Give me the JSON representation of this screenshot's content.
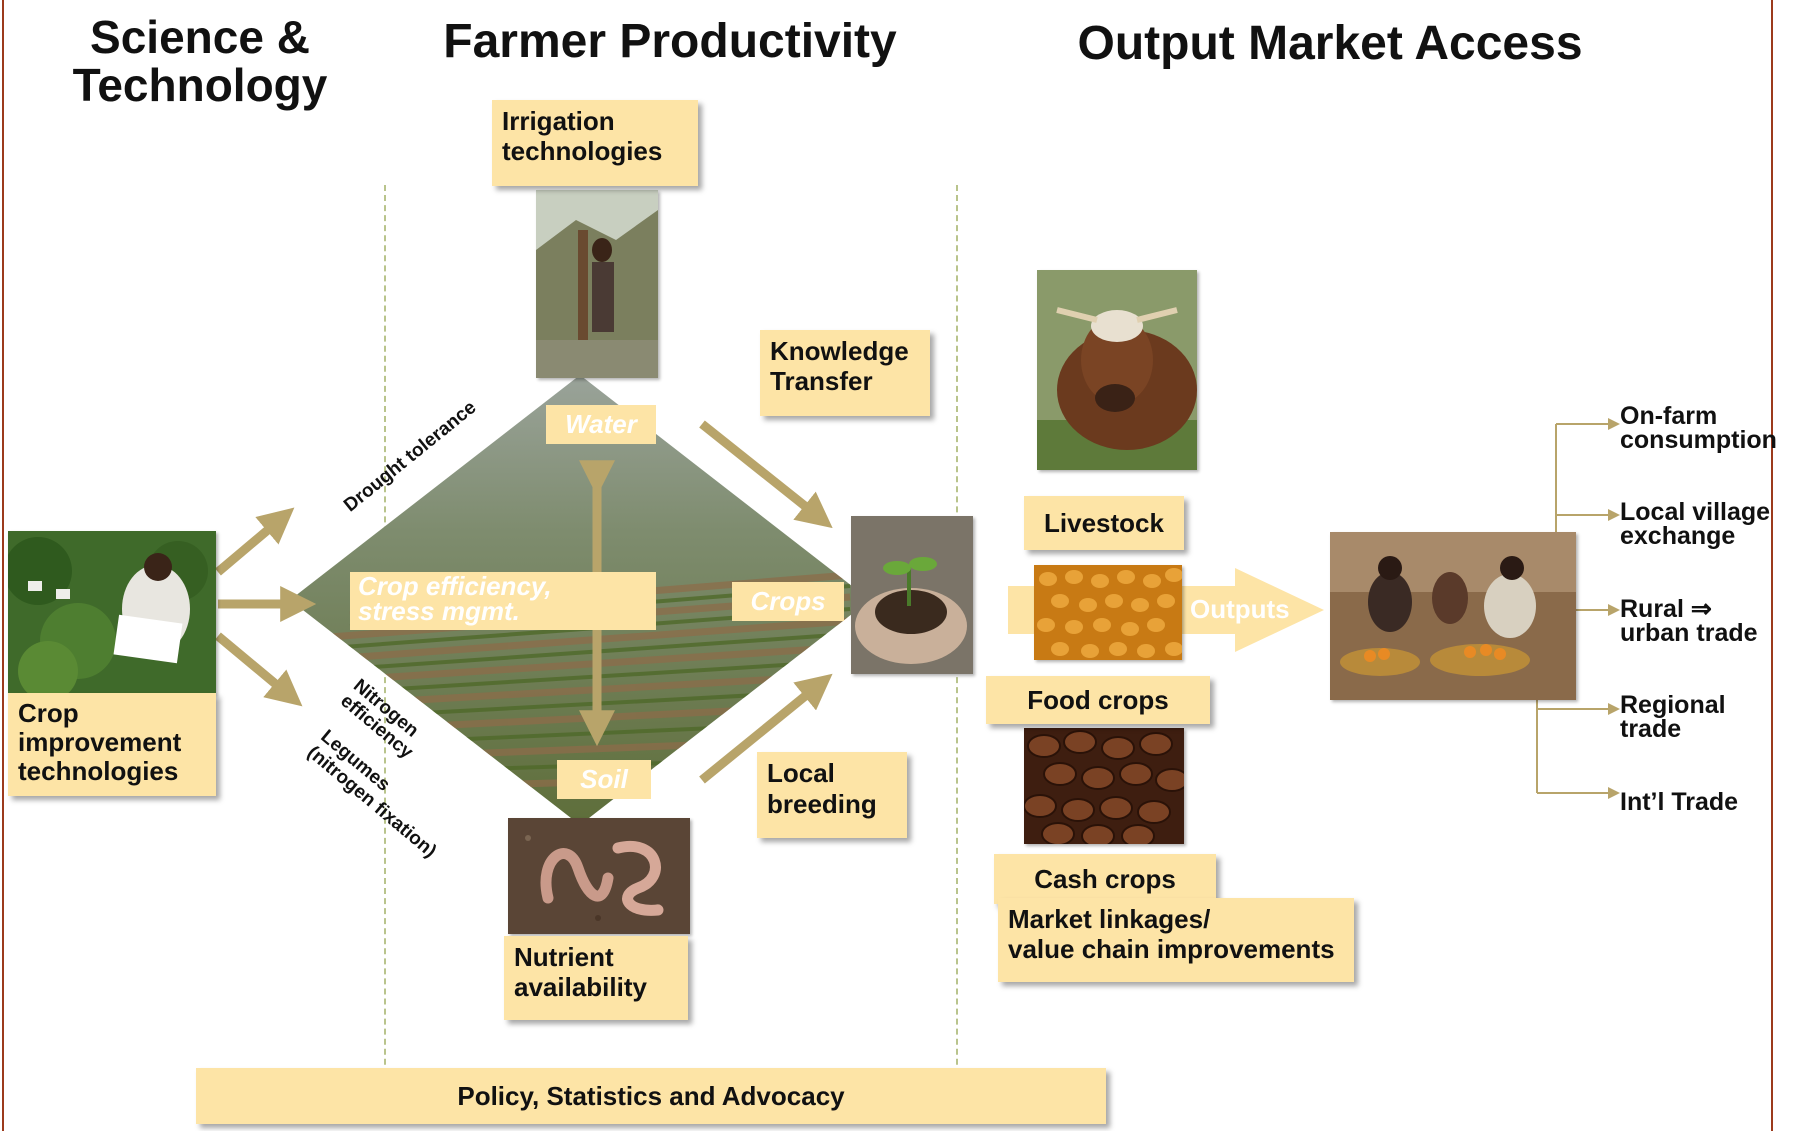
{
  "headings": {
    "science_line1": "Science &",
    "science_line2": "Technology",
    "farmer": "Farmer Productivity",
    "market": "Output Market Access"
  },
  "boxes": {
    "irrigation": [
      "Irrigation",
      "technologies"
    ],
    "knowledge": [
      "Knowledge",
      "Transfer"
    ],
    "crop_improvement": [
      "Crop",
      "improvement",
      "technologies"
    ],
    "local_breeding": [
      "Local",
      "breeding"
    ],
    "nutrient": [
      "Nutrient",
      "availability"
    ],
    "livestock": "Livestock",
    "food_crops": "Food crops",
    "cash_crops": "Cash crops",
    "market_linkages": [
      "Market linkages/",
      "value chain improvements"
    ],
    "policy": "Policy, Statistics and Advocacy"
  },
  "nodes": {
    "water": "Water",
    "soil": "Soil",
    "crops": "Crops",
    "crop_efficiency": [
      "Crop efficiency,",
      "stress mgmt."
    ],
    "outputs": "Outputs"
  },
  "rotated_labels": {
    "drought": "Drought tolerance",
    "nitrogen": [
      "Nitrogen",
      "efficiency"
    ],
    "legumes": [
      "Legumes",
      "(nitrogen fixation)"
    ]
  },
  "trade_outputs": [
    [
      "On-farm",
      "consumption"
    ],
    [
      "Local village",
      "exchange"
    ],
    [
      "Rural ⇒",
      "urban trade"
    ],
    [
      "Regional",
      "trade"
    ],
    [
      "Int’l Trade",
      ""
    ]
  ],
  "colors": {
    "arrow": "#b8a46a",
    "box_fill": "#fde4a6",
    "frame": "#9c3a1c",
    "dash": "#b9c48c"
  }
}
